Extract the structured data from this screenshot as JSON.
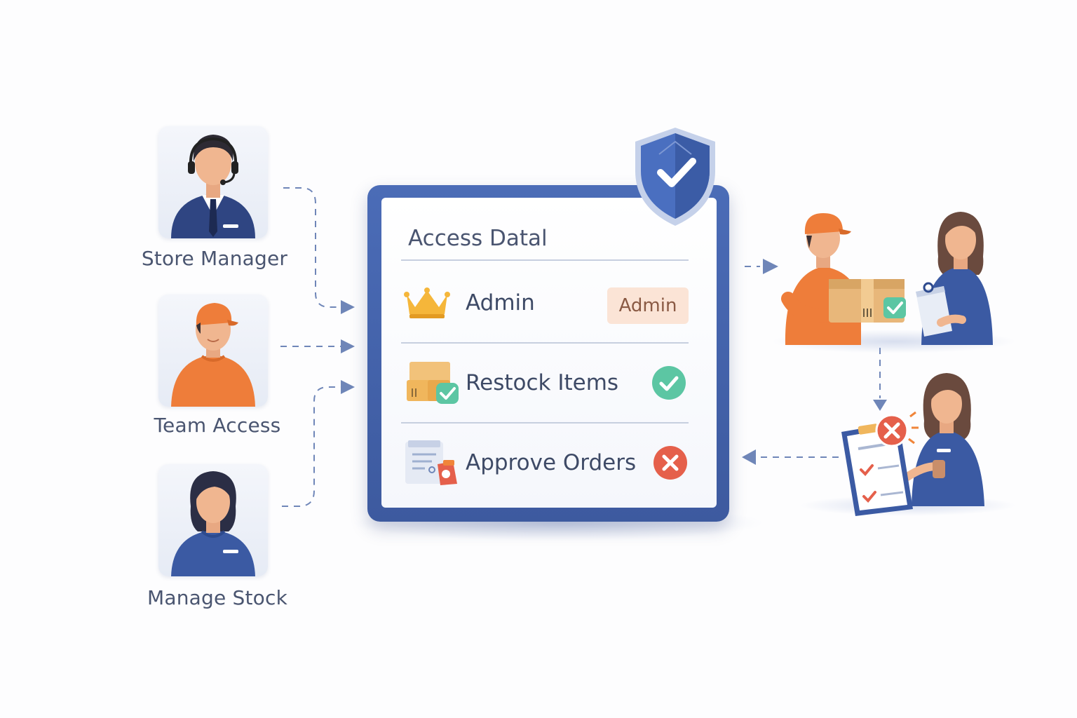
{
  "roles": [
    {
      "label": "Store Manager",
      "icon": "headset-manager-icon"
    },
    {
      "label": "Team Access",
      "icon": "orange-cap-worker-icon"
    },
    {
      "label": "Manage Stock",
      "icon": "staff-woman-icon"
    }
  ],
  "panel": {
    "title": "Access Datal",
    "rows": [
      {
        "label": "Admin",
        "icon": "crown-icon",
        "badge": "Admin"
      },
      {
        "label": "Restock Items",
        "icon": "boxes-icon",
        "status": "allowed"
      },
      {
        "label": "Approve Orders",
        "icon": "orders-document-icon",
        "status": "denied"
      }
    ]
  },
  "colors": {
    "panel_blue": "#4b6cb7",
    "accent_orange": "#f0853a",
    "allowed_green": "#5cc6a3",
    "denied_red": "#e5604b",
    "text": "#3e4a66",
    "connector": "#6f86b8"
  }
}
